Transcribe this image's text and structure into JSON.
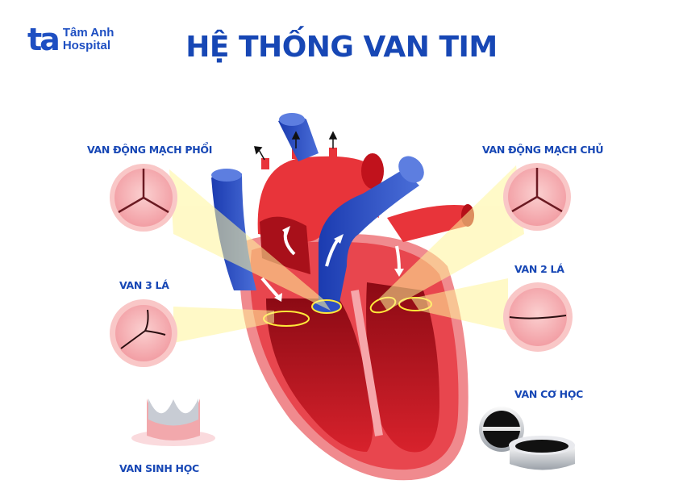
{
  "logo": {
    "mark": "ta",
    "line1": "Tâm Anh",
    "line2": "Hospital",
    "color": "#1e4fc2"
  },
  "title": "HỆ THỐNG VAN TIM",
  "labels": {
    "pulmonary": "VAN ĐỘNG MẠCH PHỔI",
    "aortic": "VAN ĐỘNG MẠCH CHỦ",
    "tricuspid": "VAN 3 LÁ",
    "mitral": "VAN 2 LÁ",
    "bioprosthetic": "VAN SINH HỌC",
    "mechanical": "VAN CƠ HỌC"
  },
  "colors": {
    "title_blue": "#1747b5",
    "artery_red": "#e8343a",
    "vein_blue": "#2f4fc4",
    "valve_pink": "#f5b8b8",
    "beam_yellow": "#fff59a"
  }
}
